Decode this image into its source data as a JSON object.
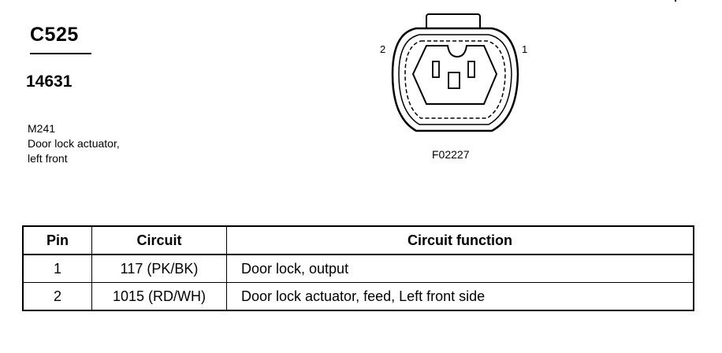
{
  "connector": {
    "id": "C525",
    "part_number": "14631",
    "description_lines": [
      "M241",
      "Door lock actuator,",
      "left front"
    ]
  },
  "diagram": {
    "pin_labels": [
      "2",
      "1"
    ],
    "figure_id": "F02227"
  },
  "table": {
    "headers": [
      "Pin",
      "Circuit",
      "Circuit function"
    ],
    "rows": [
      {
        "pin": "1",
        "circuit": "117 (PK/BK)",
        "function": "Door lock, output"
      },
      {
        "pin": "2",
        "circuit": "1015 (RD/WH)",
        "function": "Door lock actuator, feed, Left front side"
      }
    ]
  }
}
